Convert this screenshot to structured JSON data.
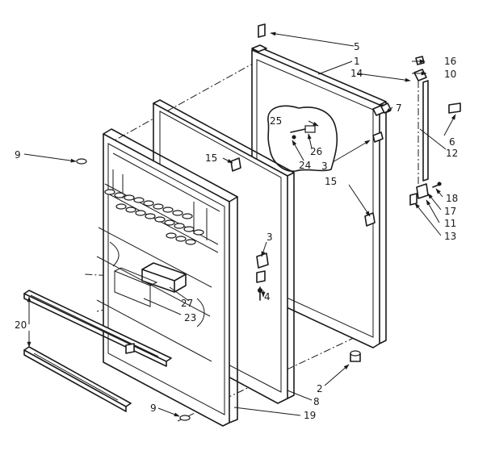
{
  "callouts": [
    {
      "id": "c1",
      "label": "1"
    },
    {
      "id": "c2",
      "label": "2"
    },
    {
      "id": "c3a",
      "label": "3"
    },
    {
      "id": "c3b",
      "label": "3"
    },
    {
      "id": "c4",
      "label": "4"
    },
    {
      "id": "c5",
      "label": "5"
    },
    {
      "id": "c6",
      "label": "6"
    },
    {
      "id": "c7",
      "label": "7"
    },
    {
      "id": "c8",
      "label": "8"
    },
    {
      "id": "c9a",
      "label": "9"
    },
    {
      "id": "c9b",
      "label": "9"
    },
    {
      "id": "c10",
      "label": "10"
    },
    {
      "id": "c11",
      "label": "11"
    },
    {
      "id": "c12",
      "label": "12"
    },
    {
      "id": "c13",
      "label": "13"
    },
    {
      "id": "c14",
      "label": "14"
    },
    {
      "id": "c15a",
      "label": "15"
    },
    {
      "id": "c15b",
      "label": "15"
    },
    {
      "id": "c16",
      "label": "16"
    },
    {
      "id": "c17",
      "label": "17"
    },
    {
      "id": "c18",
      "label": "18"
    },
    {
      "id": "c19",
      "label": "19"
    },
    {
      "id": "c20",
      "label": "20"
    },
    {
      "id": "c23",
      "label": "23"
    },
    {
      "id": "c24",
      "label": "24"
    },
    {
      "id": "c25",
      "label": "25"
    },
    {
      "id": "c26",
      "label": "26"
    },
    {
      "id": "c27",
      "label": "27"
    }
  ]
}
